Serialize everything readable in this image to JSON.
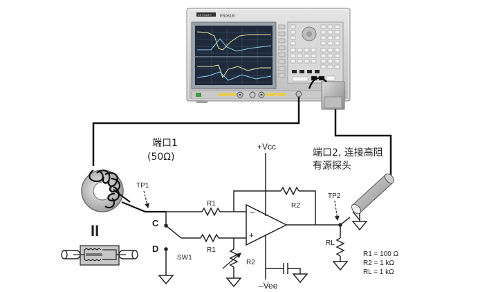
{
  "instrument": {
    "model_label": "E5061B",
    "brand_mark": "KEYSIGHT"
  },
  "labels": {
    "port1_title": "端口1",
    "port1_impedance": "(50Ω)",
    "port2_line1": "端口2, 连接高阻",
    "port2_line2": "有源探头",
    "vcc": "+Vcc",
    "vee": "–Vee",
    "tp1": "TP1",
    "tp2": "TP2",
    "r1_top": "R1",
    "r1_bottom": "R1",
    "r2_feedback": "R2",
    "r2_pot": "R2",
    "rl": "RL",
    "node_c": "C",
    "node_d": "D",
    "sw1": "SW1",
    "opamp_minus": "–",
    "opamp_plus": "+",
    "equals_sign": "II"
  },
  "component_values": [
    "R1 = 100 Ω",
    "R2 = 1 kΩ",
    "RL = 1 kΩ"
  ]
}
